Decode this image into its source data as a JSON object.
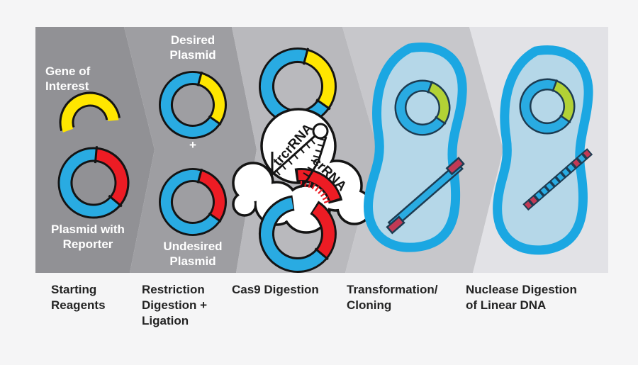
{
  "colors": {
    "background": "#f5f5f6",
    "step_grays": [
      "#919195",
      "#9e9ea2",
      "#b9b9bd",
      "#c7c7cb",
      "#e2e2e6"
    ],
    "plasmid_blue": "#29abe2",
    "gene_yellow": "#ffe600",
    "reporter_red": "#ed1c24",
    "insert_green": "#b2d235",
    "cell_membrane_blue": "#1ba7e2",
    "cell_cytoplasm_blue": "#b5d7e8",
    "linear_dna_end_red": "#c23a55",
    "outline_black": "#141414",
    "outline_navy": "#1d3c52",
    "panel_label_white": "#ffffff",
    "caption_dark": "#242424"
  },
  "panels": {
    "starting_reagents": {
      "gene_label": "Gene of\nInterest",
      "plasmid_label": "Plasmid with\nReporter"
    },
    "restriction": {
      "desired_label": "Desired\nPlasmid",
      "plus": "+",
      "undesired_label": "Undesired\nPlasmid"
    },
    "cas9": {
      "tracr_label": "trcrRNA",
      "cr_label": "crRNA"
    },
    "nuclease": {
      "fragments": [
        "#c23a55",
        "#c23a55",
        "#29abe2",
        "#29abe2",
        "#29abe2",
        "#29abe2",
        "#29abe2",
        "#29abe2",
        "#29abe2",
        "#c23a55",
        "#29abe2",
        "#c23a55"
      ]
    }
  },
  "captions": [
    "Starting\nReagents",
    "Restriction\nDigestion +\nLigation",
    "Cas9 Digestion",
    "Transformation/\nCloning",
    "Nuclease Digestion\nof Linear DNA"
  ]
}
